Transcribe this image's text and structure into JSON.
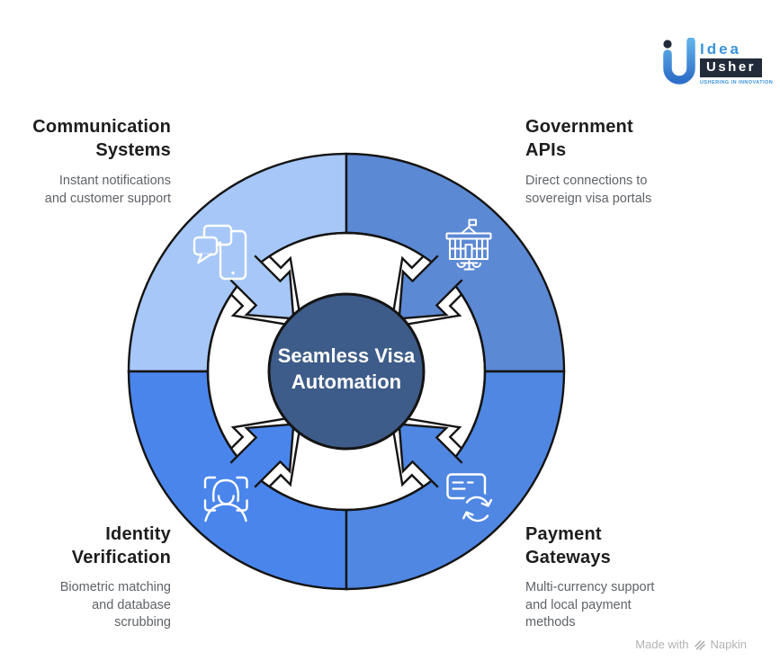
{
  "logo": {
    "brand_top": "Idea",
    "brand_bottom": "Usher",
    "tagline": "USHERING IN INNOVATION"
  },
  "center": {
    "title": "Seamless Visa Automation"
  },
  "quadrants": [
    {
      "id": "communication-systems",
      "title": "Communication Systems",
      "description": "Instant notifications and customer support",
      "color": "#a6c7f7",
      "icon": "phone-chat-icon"
    },
    {
      "id": "government-apis",
      "title": "Government APIs",
      "description": "Direct connections to sovereign visa portals",
      "color": "#5c89d4",
      "icon": "government-building-icon"
    },
    {
      "id": "identity-verification",
      "title": "Identity Verification",
      "description": "Biometric matching and database scrubbing",
      "color": "#4a85ec",
      "icon": "face-scan-icon"
    },
    {
      "id": "payment-gateways",
      "title": "Payment Gateways",
      "description": "Multi-currency support and local payment methods",
      "color": "#4f87e2",
      "icon": "card-sync-icon"
    }
  ],
  "colors": {
    "center_circle": "#3e5c89",
    "outline": "#141414",
    "center_text": "#ffffff",
    "heading_text": "#1d1d1f",
    "body_text": "#5f6368",
    "logo_blue": "#3b93dd",
    "logo_navy": "#222b3a",
    "credit_gray": "#b3b3b3"
  },
  "credit": {
    "text_prefix": "Made with",
    "brand": "Napkin"
  }
}
